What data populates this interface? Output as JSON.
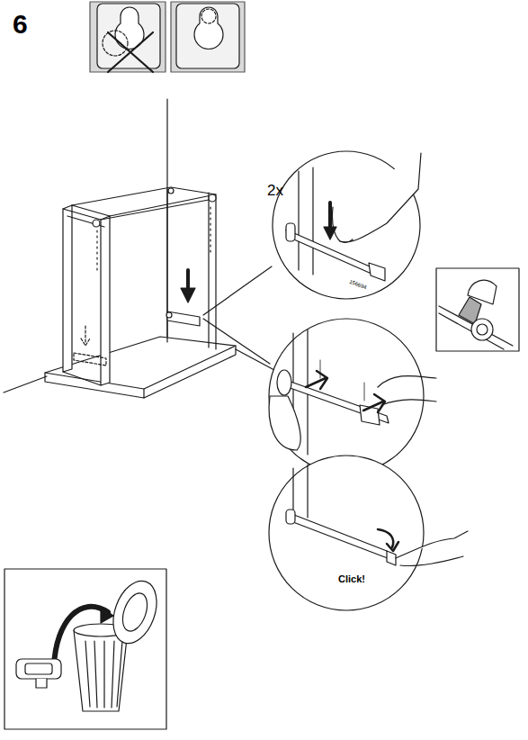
{
  "diagram": {
    "labels": [
      "6",
      "2x",
      "156694",
      "Click!"
    ]
  }
}
